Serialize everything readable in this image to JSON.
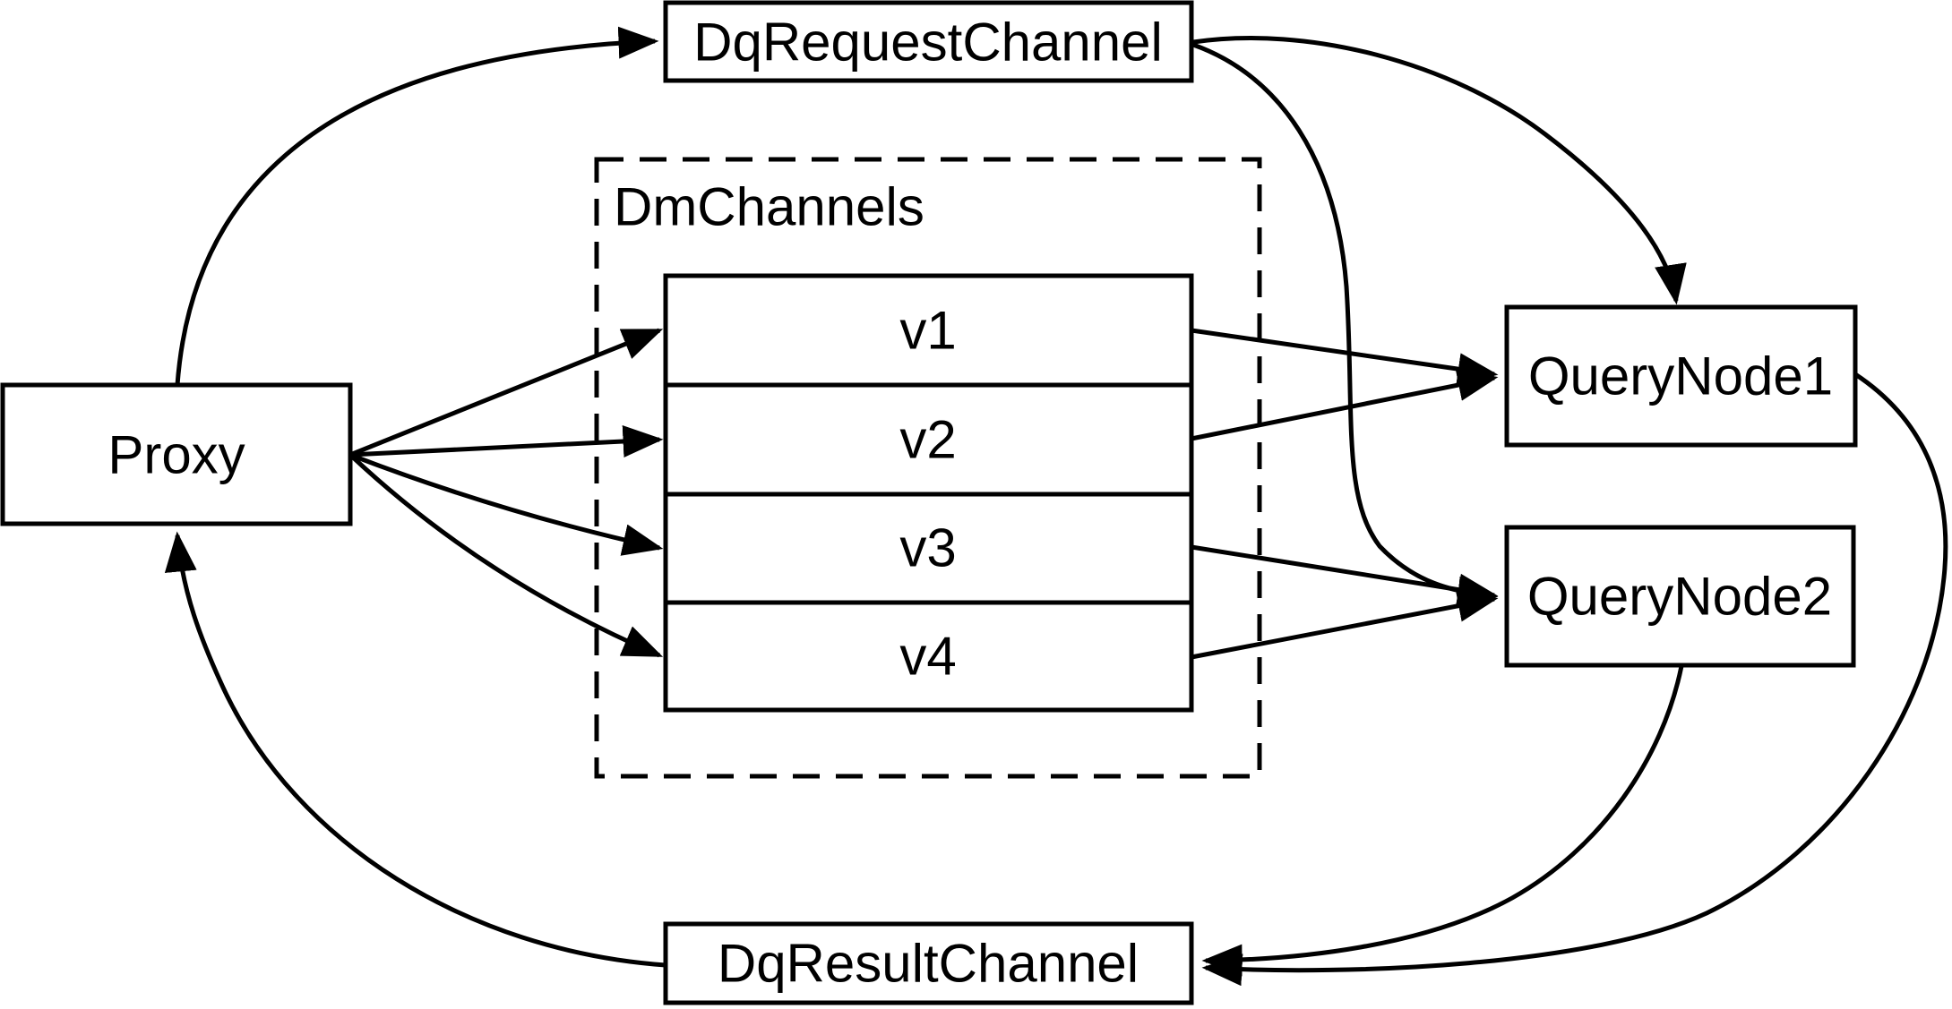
{
  "diagram": {
    "background_color": "#ffffff",
    "stroke_color": "#000000",
    "nodes": {
      "proxy": {
        "label": "Proxy"
      },
      "dq_request": {
        "label": "DqRequestChannel"
      },
      "dm_channels": {
        "label": "DmChannels"
      },
      "query_node1": {
        "label": "QueryNode1"
      },
      "query_node2": {
        "label": "QueryNode2"
      },
      "dq_result": {
        "label": "DqResultChannel"
      }
    },
    "channel_rows": [
      "v1",
      "v2",
      "v3",
      "v4"
    ],
    "edges": [
      {
        "from": "Proxy",
        "to": "DqRequestChannel"
      },
      {
        "from": "Proxy",
        "to": "v1"
      },
      {
        "from": "Proxy",
        "to": "v2"
      },
      {
        "from": "Proxy",
        "to": "v3"
      },
      {
        "from": "Proxy",
        "to": "v4"
      },
      {
        "from": "DqRequestChannel",
        "to": "QueryNode1"
      },
      {
        "from": "DqRequestChannel",
        "to": "QueryNode2"
      },
      {
        "from": "v1",
        "to": "QueryNode1"
      },
      {
        "from": "v2",
        "to": "QueryNode1"
      },
      {
        "from": "v3",
        "to": "QueryNode2"
      },
      {
        "from": "v4",
        "to": "QueryNode2"
      },
      {
        "from": "QueryNode1",
        "to": "DqResultChannel"
      },
      {
        "from": "QueryNode2",
        "to": "DqResultChannel"
      },
      {
        "from": "DqResultChannel",
        "to": "Proxy"
      }
    ]
  }
}
